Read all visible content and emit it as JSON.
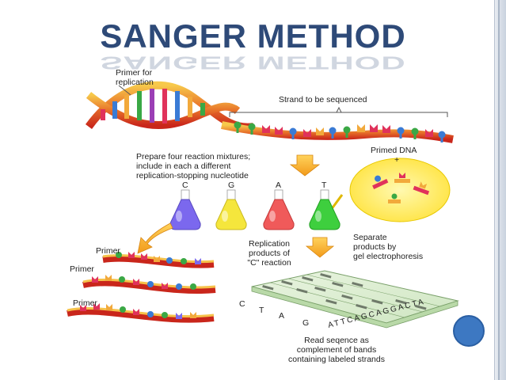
{
  "title": "SANGER METHOD",
  "labels": {
    "primer_for_replication": [
      "Primer for",
      "replication"
    ],
    "strand_to_be_sequenced": "Strand to be sequenced",
    "prepare": [
      "Prepare four reaction mixtures;",
      "include in each a different",
      "replication-stopping nucleotide"
    ],
    "primed_dna": "Primed DNA",
    "plus": "+",
    "flask_letters": [
      "C",
      "G",
      "A",
      "T"
    ],
    "primer_labels": [
      "Primer",
      "Primer",
      "Primer"
    ],
    "replication_products": [
      "Replication",
      "products of",
      "\"C\" reaction"
    ],
    "separate": [
      "Separate",
      "products by",
      "gel electrophoresis"
    ],
    "gel_lanes": [
      "C",
      "T",
      "A",
      "G"
    ],
    "read_sequence": "ATTCAGCAGGACTA",
    "read_caption": [
      "Read seqence as",
      "complement of bands",
      "containing labeled strands"
    ]
  },
  "colors": {
    "title": "#2e4a78",
    "flask_c": "#7b68ee",
    "flask_g": "#f5e63c",
    "flask_a": "#f05a5a",
    "flask_t": "#3ecf3e",
    "arrow": "#f5a623",
    "strand": "#d2301f",
    "strand_light": "#f6c24a",
    "bubble": "#ffe94d",
    "accent_dot": "#3d78c2"
  }
}
